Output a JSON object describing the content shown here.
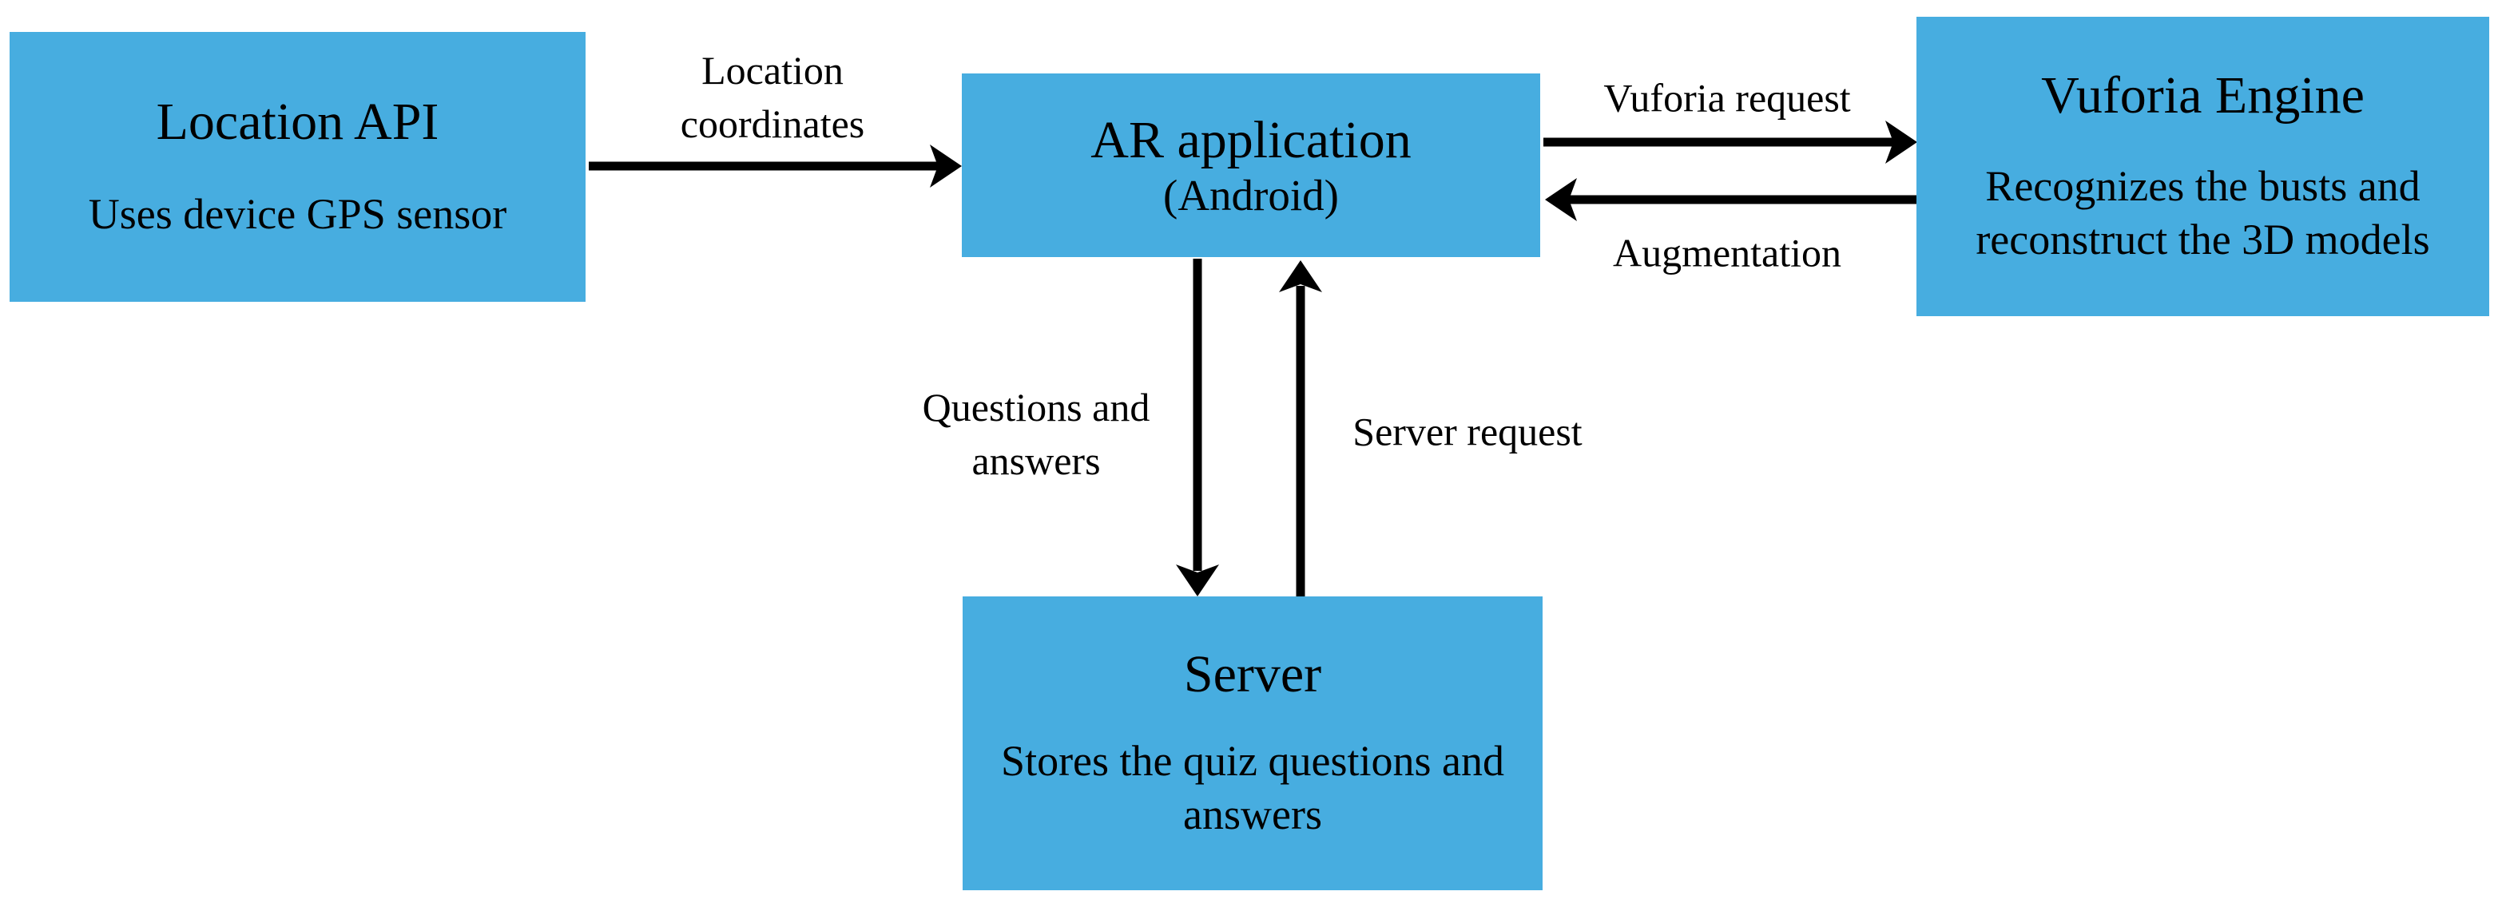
{
  "diagram": {
    "colors": {
      "node_fill": "#47ADE0",
      "arrow": "#000000",
      "text": "#000000",
      "background": "#FFFFFF"
    },
    "nodes": [
      {
        "id": "location-api",
        "title": "Location API",
        "body": "Uses device GPS sensor"
      },
      {
        "id": "ar-application",
        "title": "AR application",
        "subtitle": "(Android)"
      },
      {
        "id": "vuforia-engine",
        "title": "Vuforia Engine",
        "body": "Recognizes the busts and reconstruct the 3D models"
      },
      {
        "id": "server",
        "title": "Server",
        "body": "Stores the quiz questions and answers"
      }
    ],
    "edges": [
      {
        "from": "location-api",
        "to": "ar-application",
        "label": "Location coordinates",
        "direction": "right"
      },
      {
        "from": "ar-application",
        "to": "vuforia-engine",
        "label": "Vuforia request",
        "direction": "right"
      },
      {
        "from": "vuforia-engine",
        "to": "ar-application",
        "label": "Augmentation",
        "direction": "left"
      },
      {
        "from": "ar-application",
        "to": "server",
        "label": "Questions and answers",
        "direction": "down"
      },
      {
        "from": "server",
        "to": "ar-application",
        "label": "Server request",
        "direction": "up"
      }
    ]
  }
}
